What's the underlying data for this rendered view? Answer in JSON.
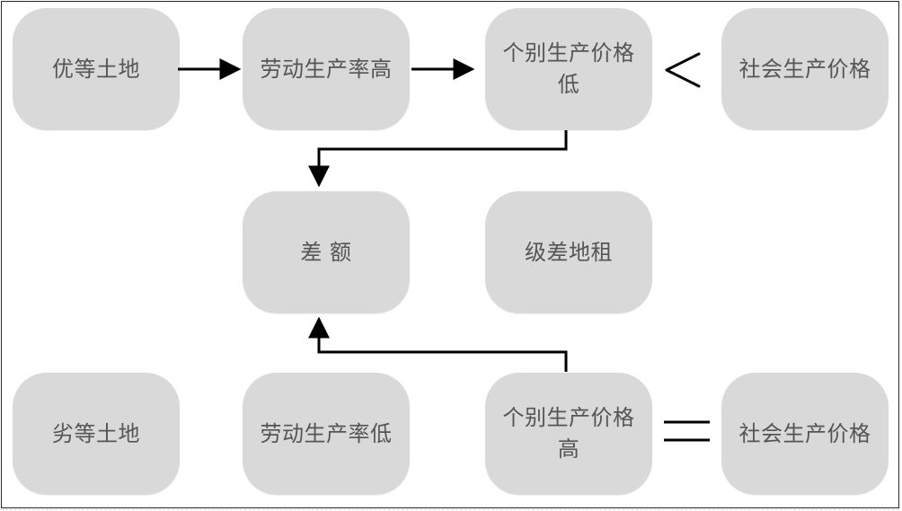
{
  "nodes": {
    "superior_land": "优等土地",
    "productivity_high": "劳动生产率高",
    "individual_price_low": "个别生产价格低",
    "social_price_top": "社会生产价格",
    "difference": "差 额",
    "differential_rent": "级差地租",
    "inferior_land": "劣等土地",
    "productivity_low": "劳动生产率低",
    "individual_price_high": "个别生产价格高",
    "social_price_bottom": "社会生产价格"
  },
  "relations": {
    "less_than_symbol": "less-than",
    "equals_symbol": "equals"
  },
  "colors": {
    "node_fill": "#d9d9d9",
    "node_text": "#555555",
    "arrow": "#000000",
    "frame": "#2a2a2a"
  }
}
